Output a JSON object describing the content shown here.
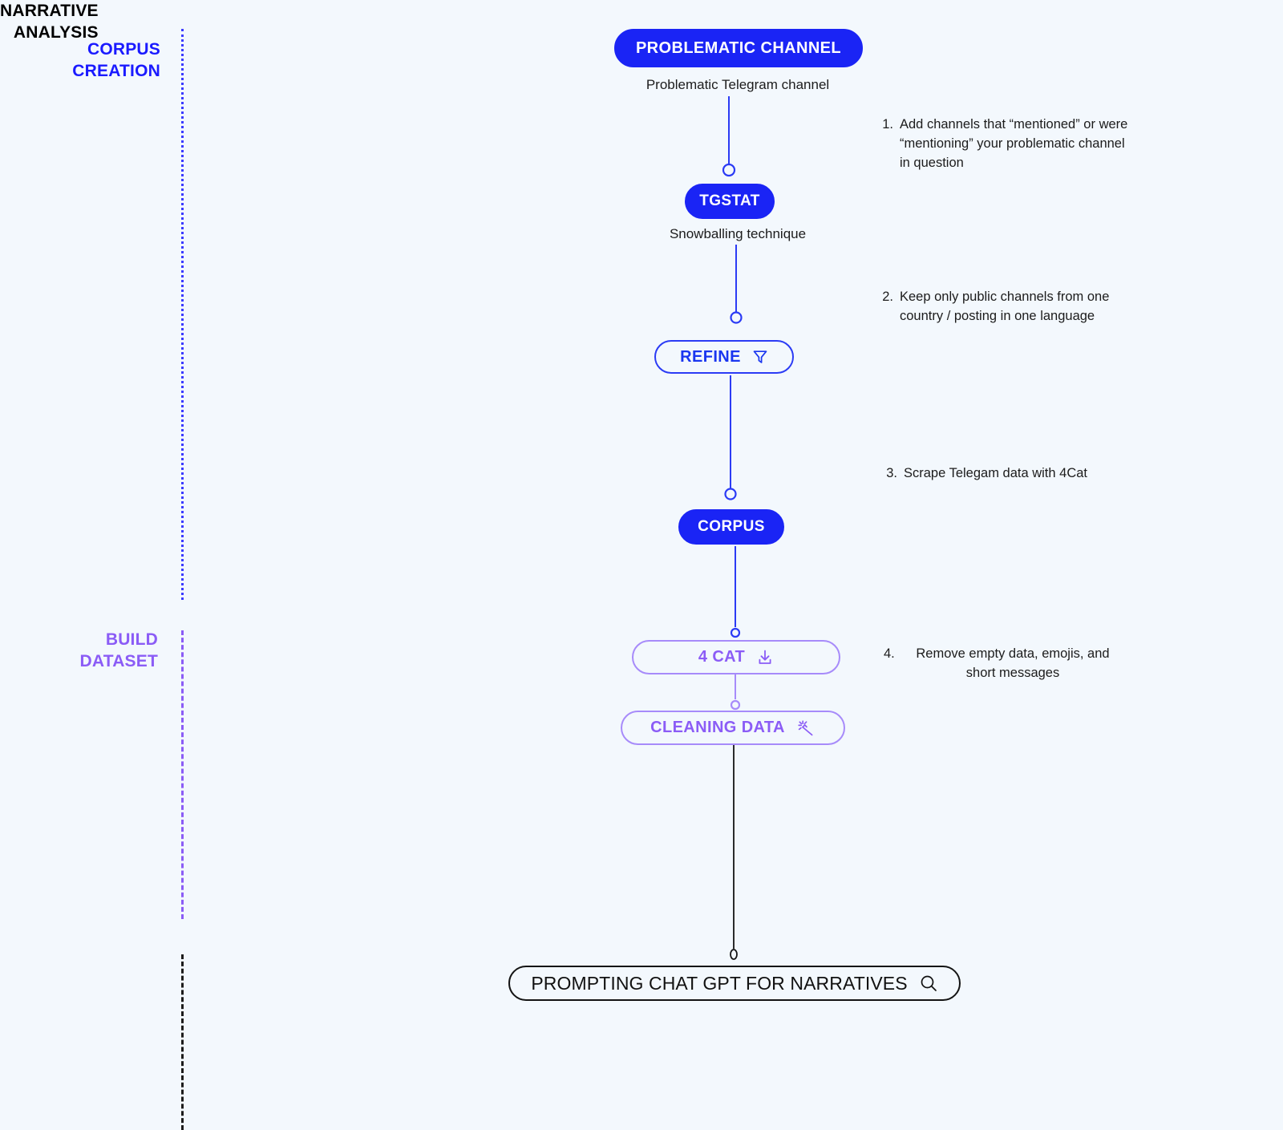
{
  "diagram": {
    "title": "Research pipeline flowchart",
    "background_color": "#f3f8fd",
    "colors": {
      "blue": "#1a24f5",
      "blue_outline": "#2b3bf5",
      "purple": "#8b5cf6",
      "black": "#111111"
    }
  },
  "phases": [
    {
      "label": "CORPUS\nCREATION",
      "color": "#1a1aff",
      "rail_style": "dotted"
    },
    {
      "label": "BUILD\nDATASET",
      "color": "#8b5cf6",
      "rail_style": "dashed"
    },
    {
      "label": "NARRATIVE\nANALYSIS",
      "color": "#111111",
      "rail_style": "dashed"
    }
  ],
  "nodes": [
    {
      "label": "PROBLEMATIC CHANNEL",
      "style": "solid-blue",
      "icon": "none",
      "caption": "Problematic Telegram channel"
    },
    {
      "label": "TGSTAT",
      "style": "solid-blue",
      "icon": "none",
      "caption": "Snowballing technique"
    },
    {
      "label": "REFINE",
      "style": "outline-blue",
      "icon": "filter-icon",
      "caption": ""
    },
    {
      "label": "CORPUS",
      "style": "solid-blue",
      "icon": "none",
      "caption": ""
    },
    {
      "label": "4 CAT",
      "style": "outline-purple",
      "icon": "download-icon",
      "caption": ""
    },
    {
      "label": "CLEANING DATA",
      "style": "outline-purple",
      "icon": "magic-wand-icon",
      "caption": ""
    },
    {
      "label": "PROMPTING CHAT GPT FOR NARRATIVES",
      "style": "outline-black",
      "icon": "search-icon",
      "caption": ""
    }
  ],
  "steps": [
    {
      "number": "1.",
      "text": "Add channels that “mentioned” or were “mentioning” your problematic channel in question"
    },
    {
      "number": "2.",
      "text": "Keep only public channels from one country / posting in one language"
    },
    {
      "number": "3.",
      "text": "Scrape Telegam data with 4Cat"
    },
    {
      "number": "4.",
      "text": "Remove empty data, emojis, and short messages"
    }
  ]
}
